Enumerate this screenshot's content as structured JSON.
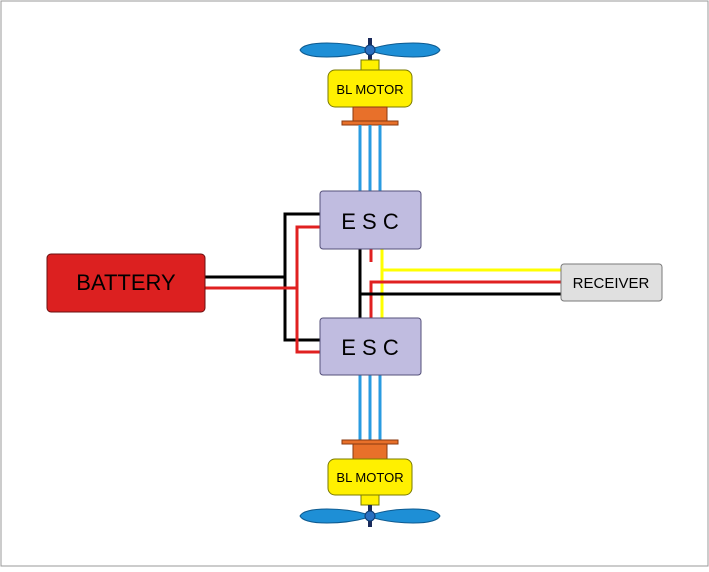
{
  "diagram": {
    "battery": {
      "label": "BATTERY",
      "color": "#dc2020"
    },
    "esc_top": {
      "label": "E S C",
      "color": "#c0bce0"
    },
    "esc_bottom": {
      "label": "E S C",
      "color": "#c0bce0"
    },
    "receiver": {
      "label": "RECEIVER",
      "color": "#e0e0e0"
    },
    "motor_top": {
      "label": "BL MOTOR",
      "color": "#fff000"
    },
    "motor_bottom": {
      "label": "BL MOTOR",
      "color": "#fff000"
    },
    "colors": {
      "wire_black": "#000000",
      "wire_red": "#e02020",
      "wire_yellow": "#ffff00",
      "wire_blue": "#2a9be0",
      "propeller": "#1e8fd6",
      "motor_mount": "#e8702a"
    },
    "icons": [
      "propeller-icon",
      "motor-icon"
    ]
  }
}
